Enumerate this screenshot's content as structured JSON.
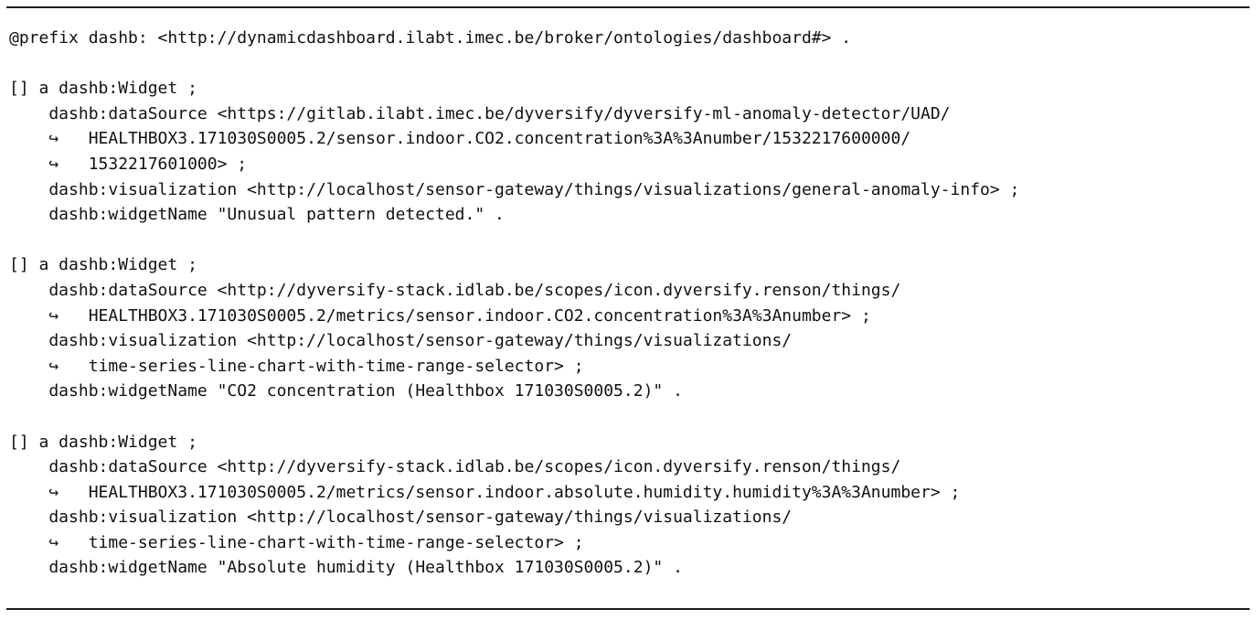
{
  "colors": {
    "background": "#ffffff",
    "text": "#111111",
    "rule": "#1a1a1a"
  },
  "listing": {
    "language": "turtle",
    "continuation_marker": "↪",
    "prefix_line": "@prefix dashb: <http://dynamicdashboard.ilabt.imec.be/broker/ontologies/dashboard#> .",
    "widgets": [
      {
        "widget_name": "Unusual pattern detected.",
        "lines": [
          "[] a dashb:Widget ;",
          "    dashb:dataSource <https://gitlab.ilabt.imec.be/dyversify/dyversify-ml-anomaly-detector/UAD/",
          "    ↪   HEALTHBOX3.171030S0005.2/sensor.indoor.CO2.concentration%3A%3Anumber/1532217600000/",
          "    ↪   1532217601000> ;",
          "    dashb:visualization <http://localhost/sensor-gateway/things/visualizations/general-anomaly-info> ;",
          "    dashb:widgetName \"Unusual pattern detected.\" ."
        ]
      },
      {
        "widget_name": "CO2 concentration (Healthbox 171030S0005.2)",
        "lines": [
          "[] a dashb:Widget ;",
          "    dashb:dataSource <http://dyversify-stack.idlab.be/scopes/icon.dyversify.renson/things/",
          "    ↪   HEALTHBOX3.171030S0005.2/metrics/sensor.indoor.CO2.concentration%3A%3Anumber> ;",
          "    dashb:visualization <http://localhost/sensor-gateway/things/visualizations/",
          "    ↪   time-series-line-chart-with-time-range-selector> ;",
          "    dashb:widgetName \"CO2 concentration (Healthbox 171030S0005.2)\" ."
        ]
      },
      {
        "widget_name": "Absolute humidity (Healthbox 171030S0005.2)",
        "lines": [
          "[] a dashb:Widget ;",
          "    dashb:dataSource <http://dyversify-stack.idlab.be/scopes/icon.dyversify.renson/things/",
          "    ↪   HEALTHBOX3.171030S0005.2/metrics/sensor.indoor.absolute.humidity.humidity%3A%3Anumber> ;",
          "    dashb:visualization <http://localhost/sensor-gateway/things/visualizations/",
          "    ↪   time-series-line-chart-with-time-range-selector> ;",
          "    dashb:widgetName \"Absolute humidity (Healthbox 171030S0005.2)\" ."
        ]
      }
    ]
  }
}
